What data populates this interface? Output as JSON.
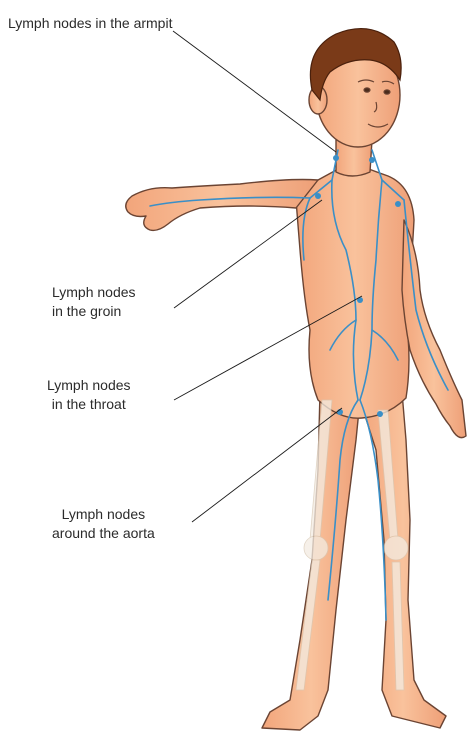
{
  "labels": {
    "armpit": {
      "line1": "Lymph nodes in the armpit"
    },
    "groin": {
      "line1": "Lymph nodes",
      "line2": "in the groin"
    },
    "throat": {
      "line1": "Lymph nodes",
      "line2": "in the throat"
    },
    "aorta": {
      "line1": "Lymph nodes",
      "line2": "around the aorta"
    }
  },
  "colors": {
    "skin": "#f7b88f",
    "skin_shade": "#eea37a",
    "outline": "#6b4433",
    "hair": "#7a3a18",
    "bone": "#f3ece2",
    "lymph": "#3a8fc7",
    "leader_line": "#1a1a1a"
  }
}
